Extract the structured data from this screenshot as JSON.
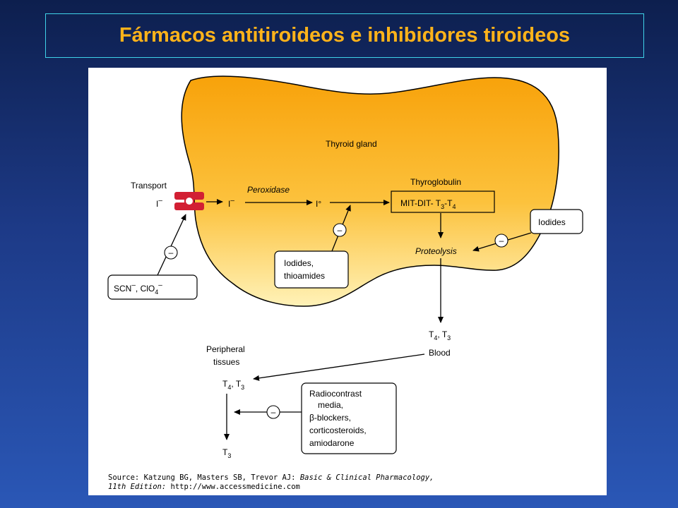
{
  "slide": {
    "title": "Fármacos antitiroideos e inhibidores tiroideos"
  },
  "diagram": {
    "gland_label": "Thyroid gland",
    "transport": "Transport",
    "iodide": "I",
    "iodide_charge": "–",
    "peroxidase": "Peroxidase",
    "iodine_zero": "I°",
    "thyroglobulin": "Thyroglobulin",
    "mit_dit_prefix": "MIT-DIT- T",
    "mit_dit_sub1": "3",
    "mit_dit_dash": "-T",
    "mit_dit_sub2": "4",
    "proteolysis": "Proteolysis",
    "iodides_right": "Iodides",
    "iodides_thioamides_line1": "Iodides,",
    "iodides_thioamides_line2": "thioamides",
    "scn_text": "SCN",
    "scn_charge": "–",
    "clo_text": ", ClO",
    "clo_sub": "4",
    "clo_charge": "–",
    "minus": "–",
    "t4": "T",
    "t4_sub": "4",
    "t3": "T",
    "t3_sub": "3",
    "comma": ", ",
    "blood": "Blood",
    "peripheral_line1": "Peripheral",
    "peripheral_line2": "tissues",
    "radiocontrast_lines": [
      "Radiocontrast",
      "media,",
      "β-blockers,",
      "corticosteroids,",
      "amiodarone"
    ],
    "source_prefix": "Source: Katzung BG, Masters SB, Trevor AJ: ",
    "source_book": "Basic & Clinical Pharmacology,",
    "source_edition": "11th Edition:",
    "source_url": " http://www.accessmedicine.com"
  },
  "colors": {
    "gland_top": "#f8a20a",
    "gland_bottom": "#fff2b8",
    "transporter": "#d21f33",
    "title": "#ffb31a"
  }
}
